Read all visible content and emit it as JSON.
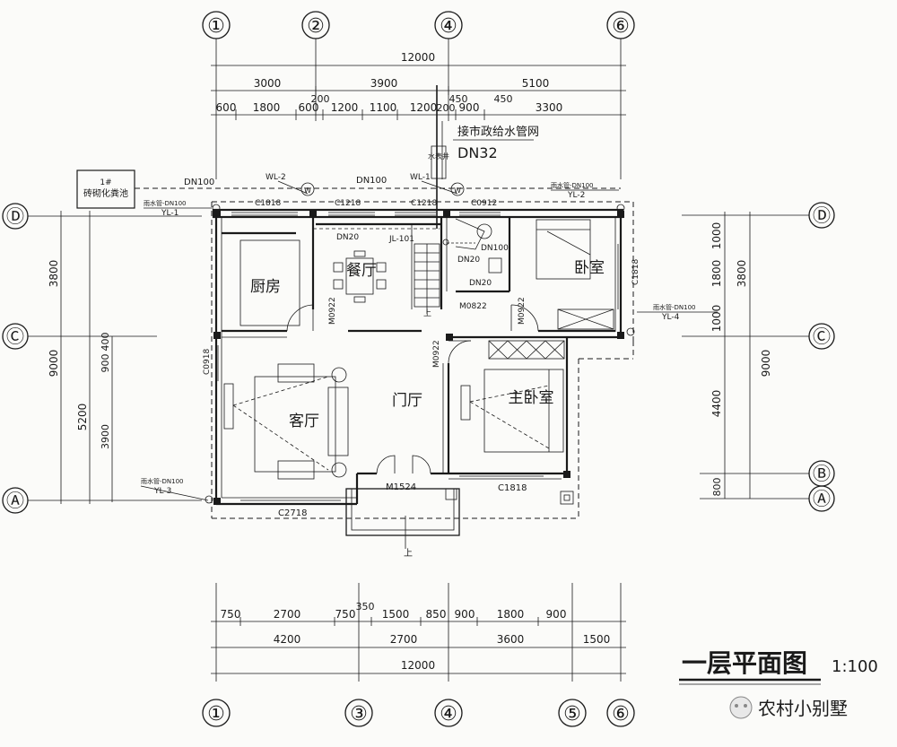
{
  "grid": {
    "top": [
      "①",
      "②",
      "④",
      "⑥"
    ],
    "bottom": [
      "①",
      "③",
      "④",
      "⑤",
      "⑥"
    ],
    "left": [
      "Ⓓ",
      "Ⓒ",
      "Ⓐ"
    ],
    "right": [
      "Ⓓ",
      "Ⓒ",
      "Ⓑ",
      "Ⓐ"
    ]
  },
  "dims": {
    "top_total": "12000",
    "top_row2": [
      "3000",
      "3900",
      "5100"
    ],
    "top_small": [
      "200",
      "450",
      "450"
    ],
    "top_row3": [
      "600",
      "1800",
      "600",
      "1200",
      "1100",
      "1200",
      "200",
      "900",
      "3300"
    ],
    "bottom_small": "350",
    "bottom_row1": [
      "750",
      "2700",
      "750",
      "1500",
      "850",
      "900",
      "1800",
      "900"
    ],
    "bottom_row2": [
      "4200",
      "2700",
      "3600",
      "1500"
    ],
    "bottom_total": "12000",
    "left_outer": [
      "3800",
      "9000",
      "5200"
    ],
    "left_inner": [
      "400",
      "900",
      "3900"
    ],
    "right_inner": [
      "1000",
      "1800",
      "1000",
      "4400",
      "800"
    ],
    "right_outer": [
      "3800",
      "9000"
    ]
  },
  "pipes": {
    "supply_label": "接市政给水管网",
    "supply_size": "DN32",
    "meter_box": "水表井",
    "septic_num": "1#",
    "septic_label": "砖砌化粪池",
    "dn100_a": "DN100",
    "dn100_b": "DN100",
    "wl2": "WL-2",
    "wl1": "WL-1",
    "yl1_pre": "雨水管-DN100",
    "yl1": "YL-1",
    "yl2_pre": "雨水管-DN100",
    "yl2": "YL-2",
    "yl3_pre": "雨水管-DN100",
    "yl3": "YL-3",
    "yl4_pre": "雨水管-DN100",
    "yl4": "YL-4",
    "jl101": "JL-101",
    "dn20_a": "DN20",
    "dn20_b": "DN20",
    "dn20_c": "DN20",
    "dn100_c": "DN100",
    "w_mark": "W"
  },
  "windows": {
    "c1818_a": "C1818",
    "c1218_a": "C1218",
    "c1218_b": "C1218",
    "c0912": "C0912",
    "c1818_r": "C1818",
    "c0918": "C0918",
    "c2718": "C2718",
    "c1818_b": "C1818"
  },
  "doors": {
    "m0922_a": "M0922",
    "m0822": "M0822",
    "m0922_b": "M0922",
    "m0922_c": "M0922",
    "m1524": "M1524",
    "up_a": "上",
    "up_b": "上"
  },
  "rooms": {
    "kitchen": "厨房",
    "dining": "餐厅",
    "bedroom": "卧室",
    "living": "客厅",
    "foyer": "门厅",
    "master": "主卧室"
  },
  "title": {
    "main": "一层平面图",
    "scale": "1:100"
  },
  "watermark": "农村小别墅"
}
